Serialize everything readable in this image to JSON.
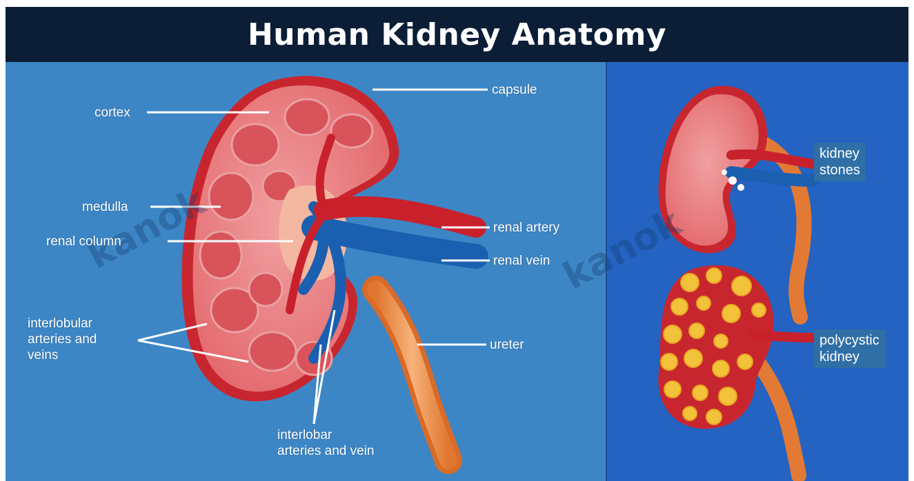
{
  "title": "Human Kidney Anatomy",
  "labels": {
    "capsule": "capsule",
    "cortex": "cortex",
    "medulla": "medulla",
    "renal_column": "renal column",
    "renal_artery": "renal artery",
    "renal_vein": "renal vein",
    "ureter": "ureter",
    "interlobular": [
      "interlobular",
      "arteries and",
      "veins"
    ],
    "interlobar": [
      "interlobar",
      "arteries and vein"
    ],
    "kidney_stones": [
      "kidney",
      "stones"
    ],
    "polycystic_kidney": [
      "polycystic",
      "kidney"
    ]
  },
  "watermark": "kanok",
  "colors": {
    "title_bar": "#0b1e36",
    "panel_left": "#3d86c6",
    "panel_right": "#2463c1",
    "cortex": "#d9474b",
    "medulla": "#e8888a",
    "artery": "#c8212c",
    "vein": "#1b5fb0",
    "ureter": "#f08c4a",
    "cyst": "#f2c23a"
  }
}
